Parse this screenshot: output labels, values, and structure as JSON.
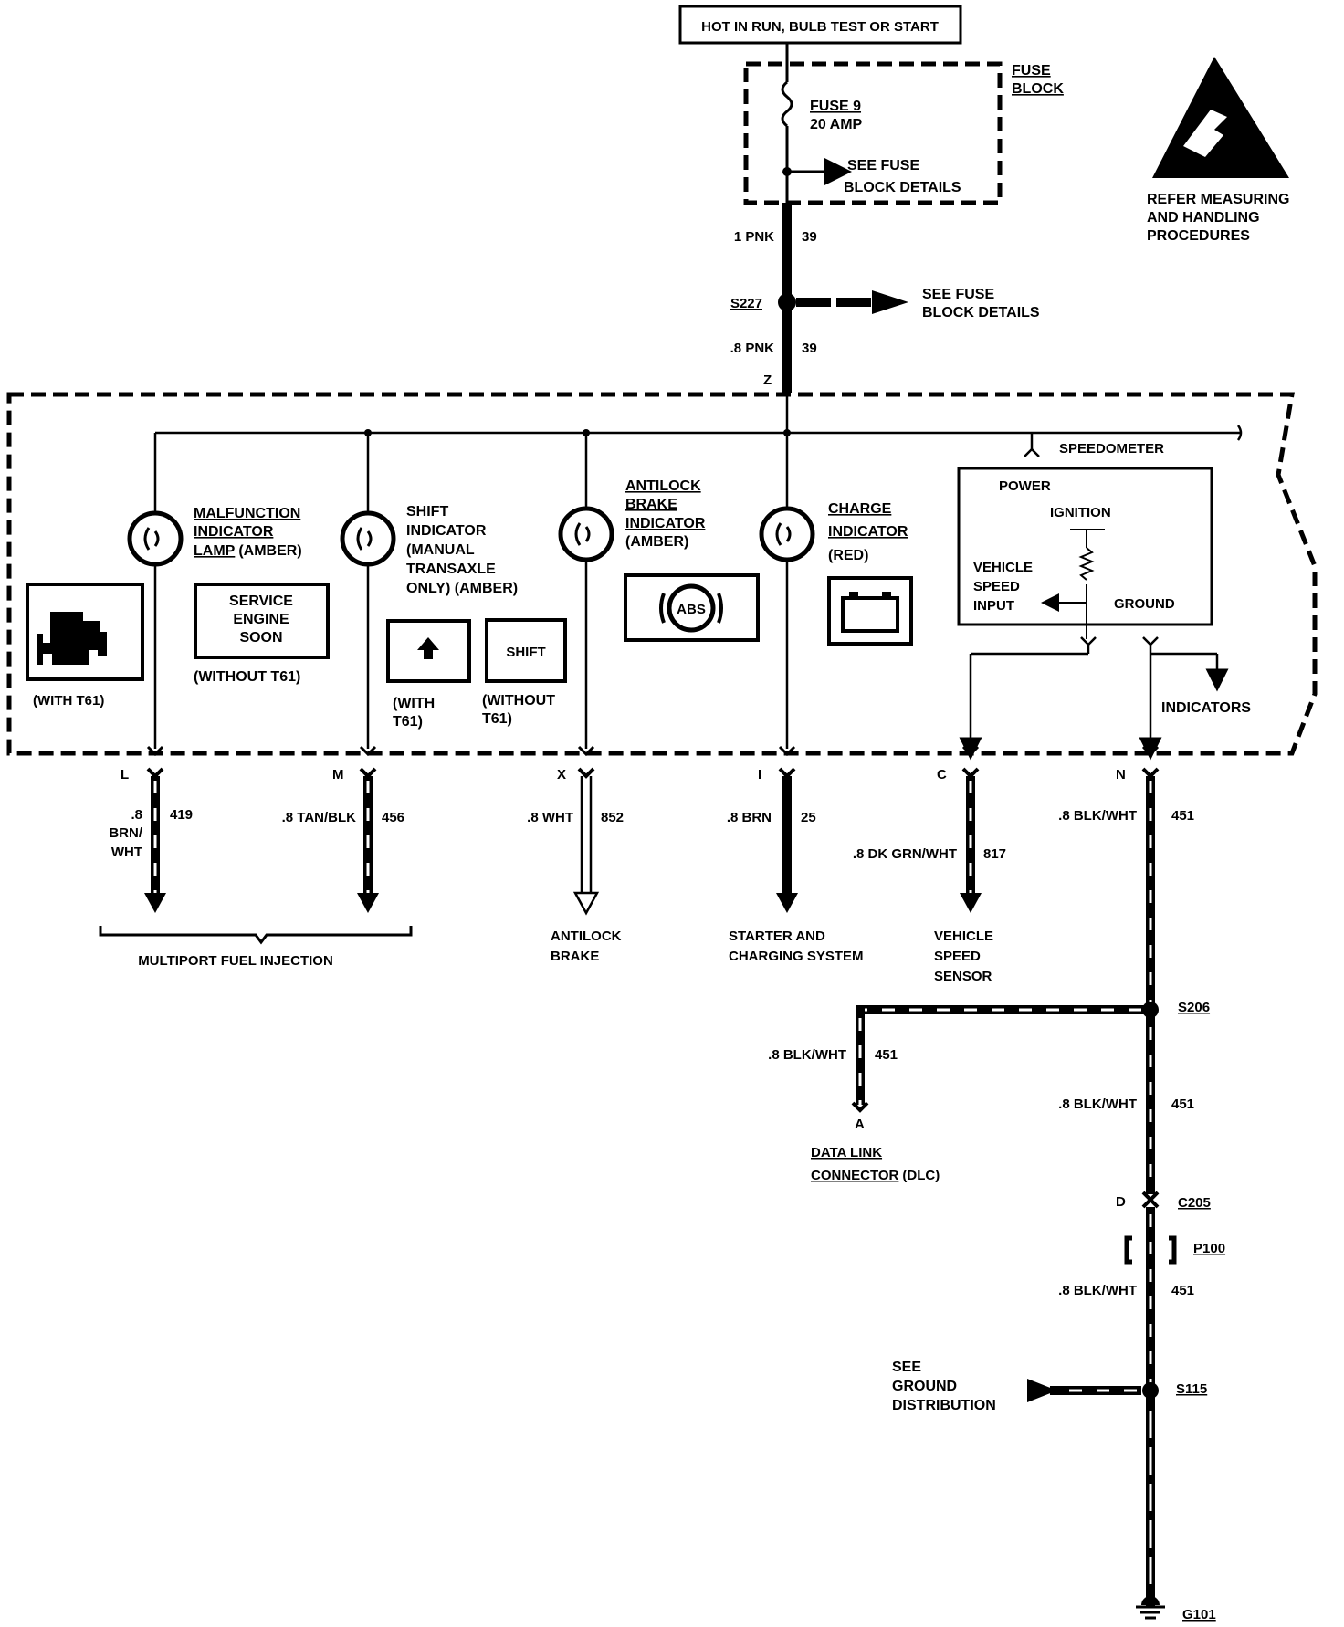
{
  "header": {
    "power_source": "HOT IN RUN, BULB TEST OR START"
  },
  "fuse_block": {
    "title_line1": "FUSE",
    "title_line2": "BLOCK",
    "fuse_name": "FUSE 9",
    "fuse_rating": "20 AMP",
    "see_details_line1": "SEE FUSE",
    "see_details_line2": "BLOCK DETAILS"
  },
  "esd_warning": {
    "line1": "REFER MEASURING",
    "line2": "AND HANDLING",
    "line3": "PROCEDURES"
  },
  "feed": {
    "wire1_gauge": "1 PNK",
    "wire1_circuit": "39",
    "splice": "S227",
    "splice_see_line1": "SEE FUSE",
    "splice_see_line2": "BLOCK DETAILS",
    "wire2_gauge": ".8 PNK",
    "wire2_circuit": "39",
    "connector_pin": "Z"
  },
  "cluster": {
    "speedometer_label": "SPEEDOMETER",
    "mil": {
      "line1": "MALFUNCTION",
      "line2": "INDICATOR",
      "line3": "LAMP",
      "color": "(AMBER)",
      "with_label": "(WITH T61)",
      "box_line1": "SERVICE",
      "box_line2": "ENGINE",
      "box_line3": "SOON",
      "without_label": "(WITHOUT T61)"
    },
    "shift": {
      "line1": "SHIFT",
      "line2": "INDICATOR",
      "line3": "(MANUAL",
      "line4": "TRANSAXLE",
      "line5": "ONLY) (AMBER)",
      "with_line1": "(WITH",
      "with_line2": "T61)",
      "shift_box": "SHIFT",
      "without_line1": "(WITHOUT",
      "without_line2": "T61)"
    },
    "abs": {
      "line1": "ANTILOCK",
      "line2": "BRAKE",
      "line3": "INDICATOR",
      "color": "(AMBER)",
      "icon_text": "ABS"
    },
    "charge": {
      "line1": "CHARGE",
      "line2": "INDICATOR",
      "color": "(RED)"
    },
    "speedo_box": {
      "power": "POWER",
      "ignition": "IGNITION",
      "vsi_line1": "VEHICLE",
      "vsi_line2": "SPEED",
      "vsi_line3": "INPUT",
      "ground": "GROUND"
    },
    "indicators_label": "INDICATORS"
  },
  "outputs": [
    {
      "pin": "L",
      "gauge_line1": ".8",
      "gauge_line2": "BRN/",
      "gauge_line3": "WHT",
      "circuit": "419"
    },
    {
      "pin": "M",
      "gauge": ".8 TAN/BLK",
      "circuit": "456"
    },
    {
      "pin": "X",
      "gauge": ".8 WHT",
      "circuit": "852",
      "dest_line1": "ANTILOCK",
      "dest_line2": "BRAKE"
    },
    {
      "pin": "I",
      "gauge": ".8 BRN",
      "circuit": "25",
      "dest_line1": "STARTER AND",
      "dest_line2": "CHARGING SYSTEM"
    },
    {
      "pin": "C",
      "gauge": ".8 DK GRN/WHT",
      "circuit": "817",
      "dest_line1": "VEHICLE",
      "dest_line2": "SPEED",
      "dest_line3": "SENSOR"
    },
    {
      "pin": "N",
      "gauge": ".8 BLK/WHT",
      "circuit": "451"
    }
  ],
  "mfi_label": "MULTIPORT FUEL INJECTION",
  "ground_path": {
    "splice_s206": "S206",
    "dlc_gauge": ".8 BLK/WHT",
    "dlc_circuit": "451",
    "dlc_pin": "A",
    "dlc_line1": "DATA LINK",
    "dlc_line2": "CONNECTOR",
    "dlc_suffix": "(DLC)",
    "wire_a_gauge": ".8 BLK/WHT",
    "wire_a_circuit": "451",
    "c205_pin": "D",
    "c205": "C205",
    "p100": "P100",
    "wire_b_gauge": ".8 BLK/WHT",
    "wire_b_circuit": "451",
    "see_ground_line1": "SEE",
    "see_ground_line2": "GROUND",
    "see_ground_line3": "DISTRIBUTION",
    "splice_s115": "S115",
    "ground_g101": "G101"
  }
}
